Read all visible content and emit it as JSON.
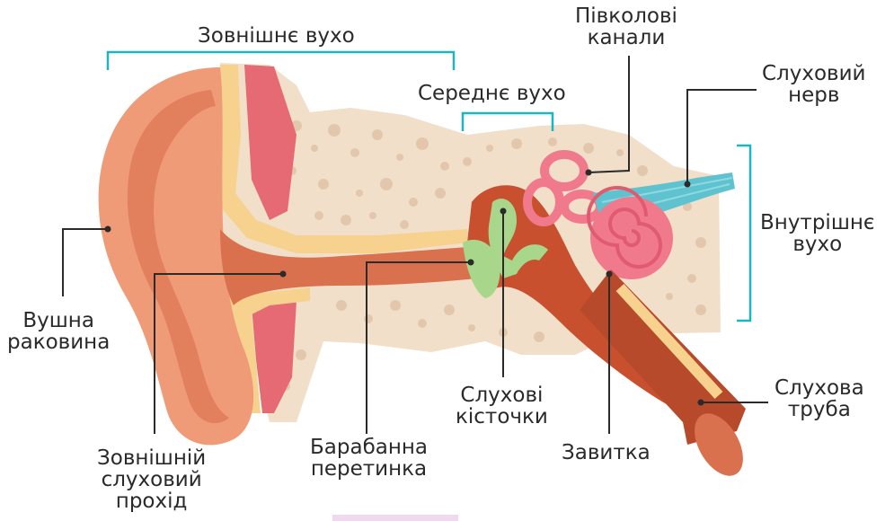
{
  "labels": {
    "outer_ear": "Зовнішнє вухо",
    "middle_ear": "Середнє вухо",
    "semicircular": [
      "Півколові",
      "канали"
    ],
    "auditory_nerve": [
      "Слуховий",
      "нерв"
    ],
    "inner_ear": [
      "Внутрішнє",
      "вухо"
    ],
    "auricle": [
      "Вушна",
      "раковина"
    ],
    "ear_canal": [
      "Зовнішній",
      "слуховий",
      "прохід"
    ],
    "eardrum": [
      "Барабанна",
      "перетинка"
    ],
    "ossicles": [
      "Слухові",
      "кісточки"
    ],
    "cochlea": "Завитка",
    "eustachian": [
      "Слухова",
      "труба"
    ]
  },
  "colors": {
    "bracket": "#1fb4c0",
    "leader": "#2b2b2b",
    "bone": "#f1dfca",
    "bone_holes": "#e2c7ac",
    "skin": "#ef9b78",
    "skin_dark": "#d9714f",
    "canal": "#c8502f",
    "cartilage": "#f7d28e",
    "muscle": "#e56a73",
    "cochlea": "#f07a8c",
    "ossicles": "#a8d68a",
    "nerve": "#5fc3cf",
    "tube": "#b84a2c"
  }
}
